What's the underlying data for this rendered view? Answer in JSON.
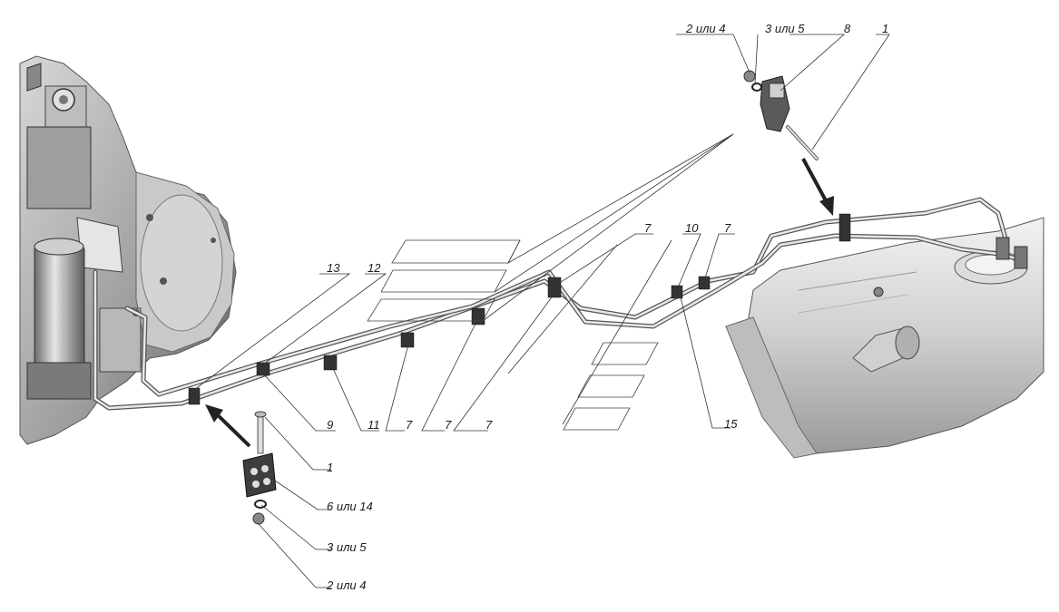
{
  "callouts": {
    "c_2or4_top": "2 или 4",
    "c_3or5_top": "3 или 5",
    "c_8": "8",
    "c_1_top": "1",
    "c_13": "13",
    "c_12": "12",
    "c_7_a": "7",
    "c_10": "10",
    "c_7_b": "7",
    "c_9": "9",
    "c_11": "11",
    "c_7_c": "7",
    "c_7_d": "7",
    "c_7_e": "7",
    "c_15": "15",
    "c_1_bottom": "1",
    "c_6or14": "6 или 14",
    "c_3or5_bottom": "3 или 5",
    "c_2or4_bottom": "2 или 4"
  },
  "colors": {
    "pipe_dark": "#555555",
    "pipe_light": "#e8e8e8",
    "metal_light": "#dcdcdc",
    "metal_mid": "#a8a8a8",
    "metal_dark": "#4a4a4a"
  }
}
